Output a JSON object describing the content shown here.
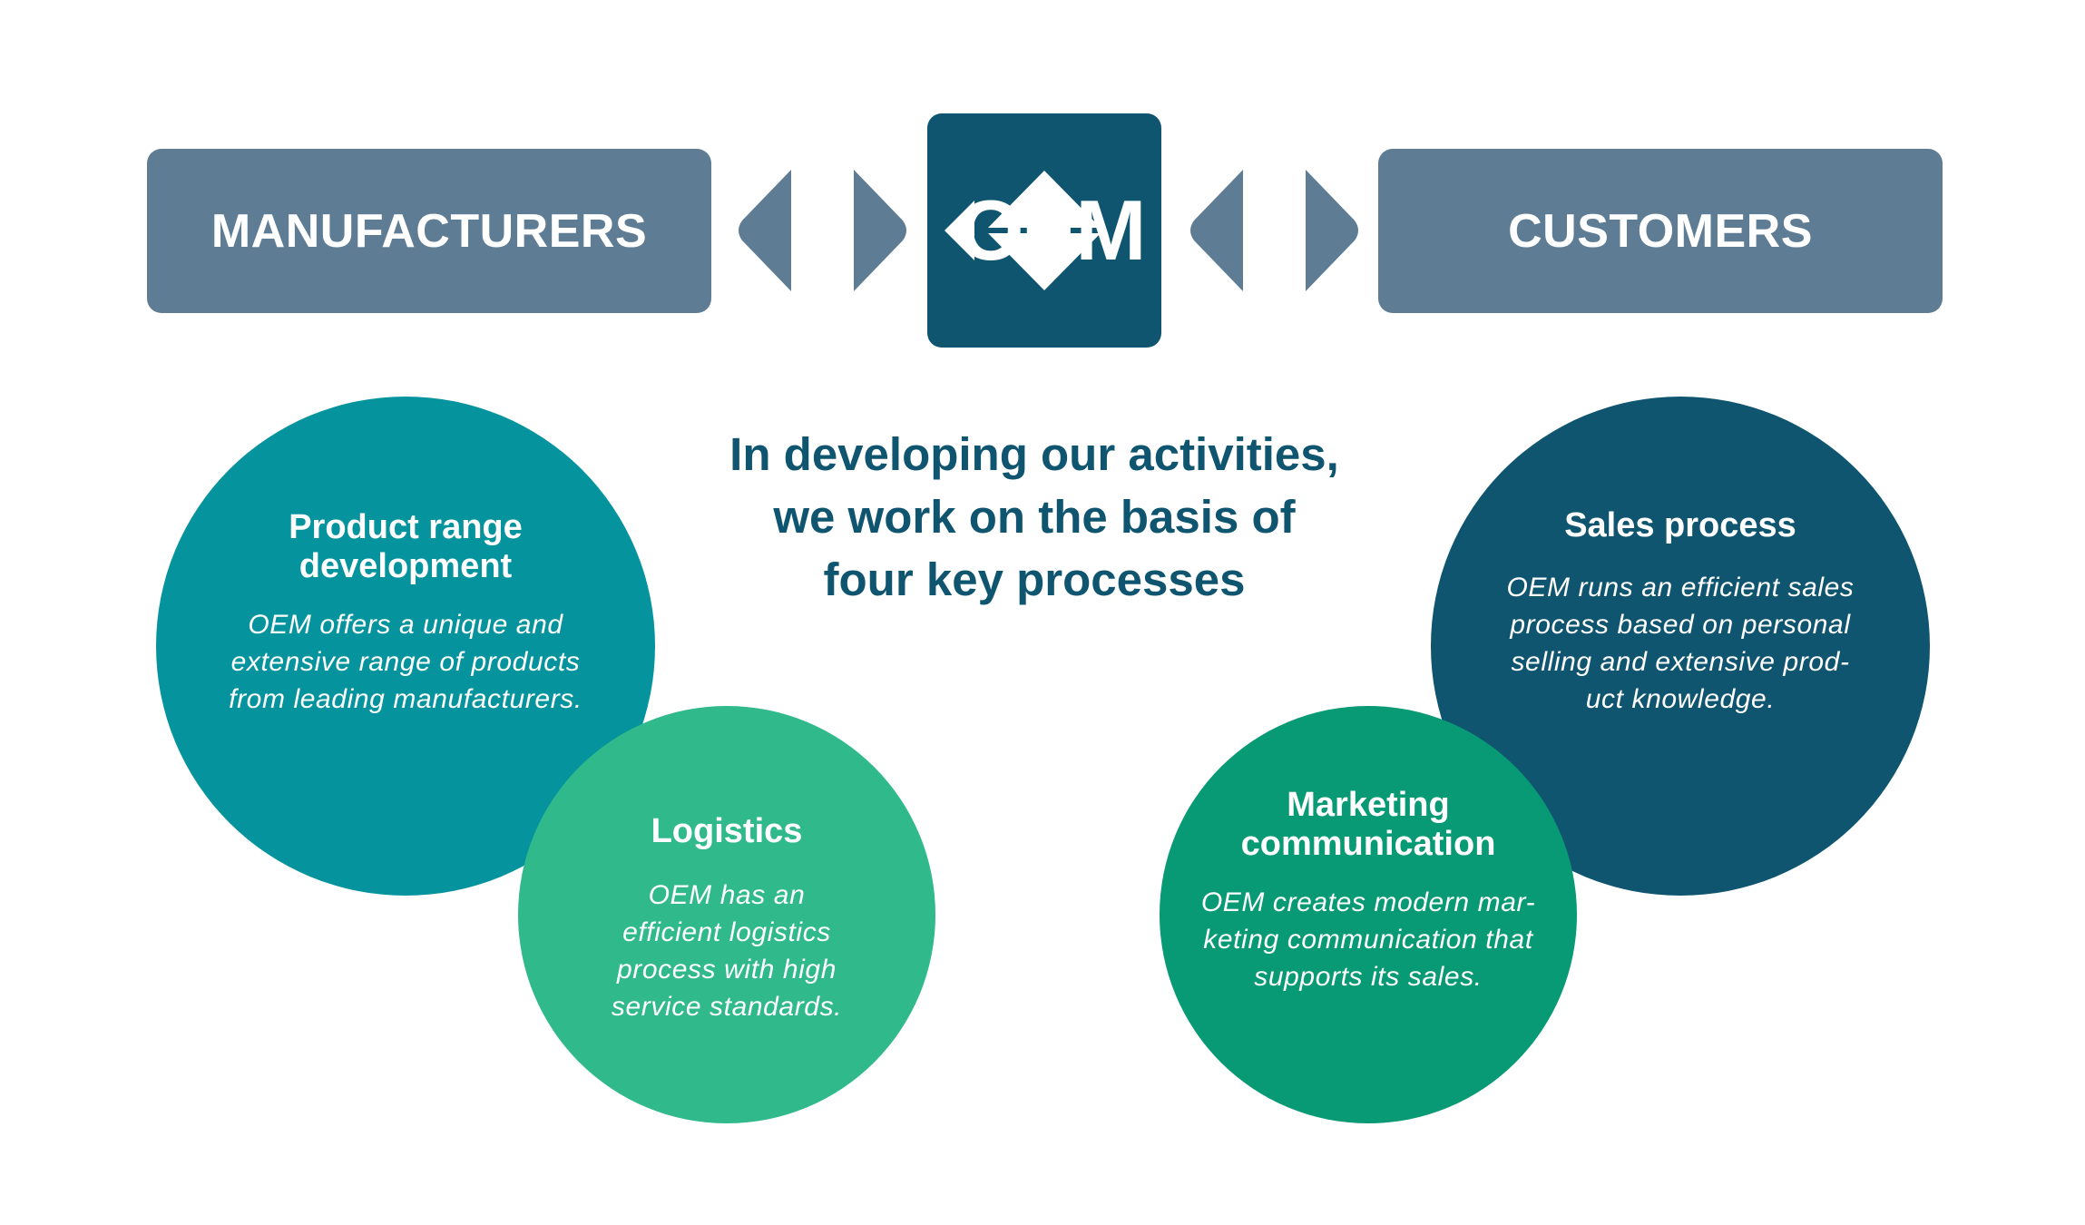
{
  "header": {
    "left_box": "MANUFACTURERS",
    "right_box": "CUSTOMERS",
    "logo_text": "OEM"
  },
  "headline": {
    "lines": [
      "In developing our activities,",
      "we work on the basis of",
      "four key processes"
    ]
  },
  "processes": {
    "product_range": {
      "title_lines": [
        "Product range",
        "development"
      ],
      "desc_lines": [
        "OEM offers a unique and",
        "extensive range of products",
        "from leading manufacturers."
      ]
    },
    "logistics": {
      "title_lines": [
        "Logistics"
      ],
      "desc_lines": [
        "OEM has an",
        "efficient logistics",
        "process with high",
        "service standards."
      ]
    },
    "sales": {
      "title_lines": [
        "Sales process"
      ],
      "desc_lines": [
        "OEM runs an efficient sales",
        "process based on personal",
        "selling and extensive prod-",
        "uct knowledge."
      ]
    },
    "marketing": {
      "title_lines": [
        "Marketing",
        "communication"
      ],
      "desc_lines": [
        "OEM creates modern mar-",
        "keting communication that",
        "supports its sales."
      ]
    }
  },
  "colors": {
    "box_gray_blue": "#5e7d94",
    "navy": "#0f5570",
    "teal": "#05949e",
    "light_green": "#30b98b",
    "green": "#089a74"
  },
  "icons": [
    "chevron-left-icon",
    "chevron-right-icon",
    "oem-logo-diamond-icon"
  ]
}
